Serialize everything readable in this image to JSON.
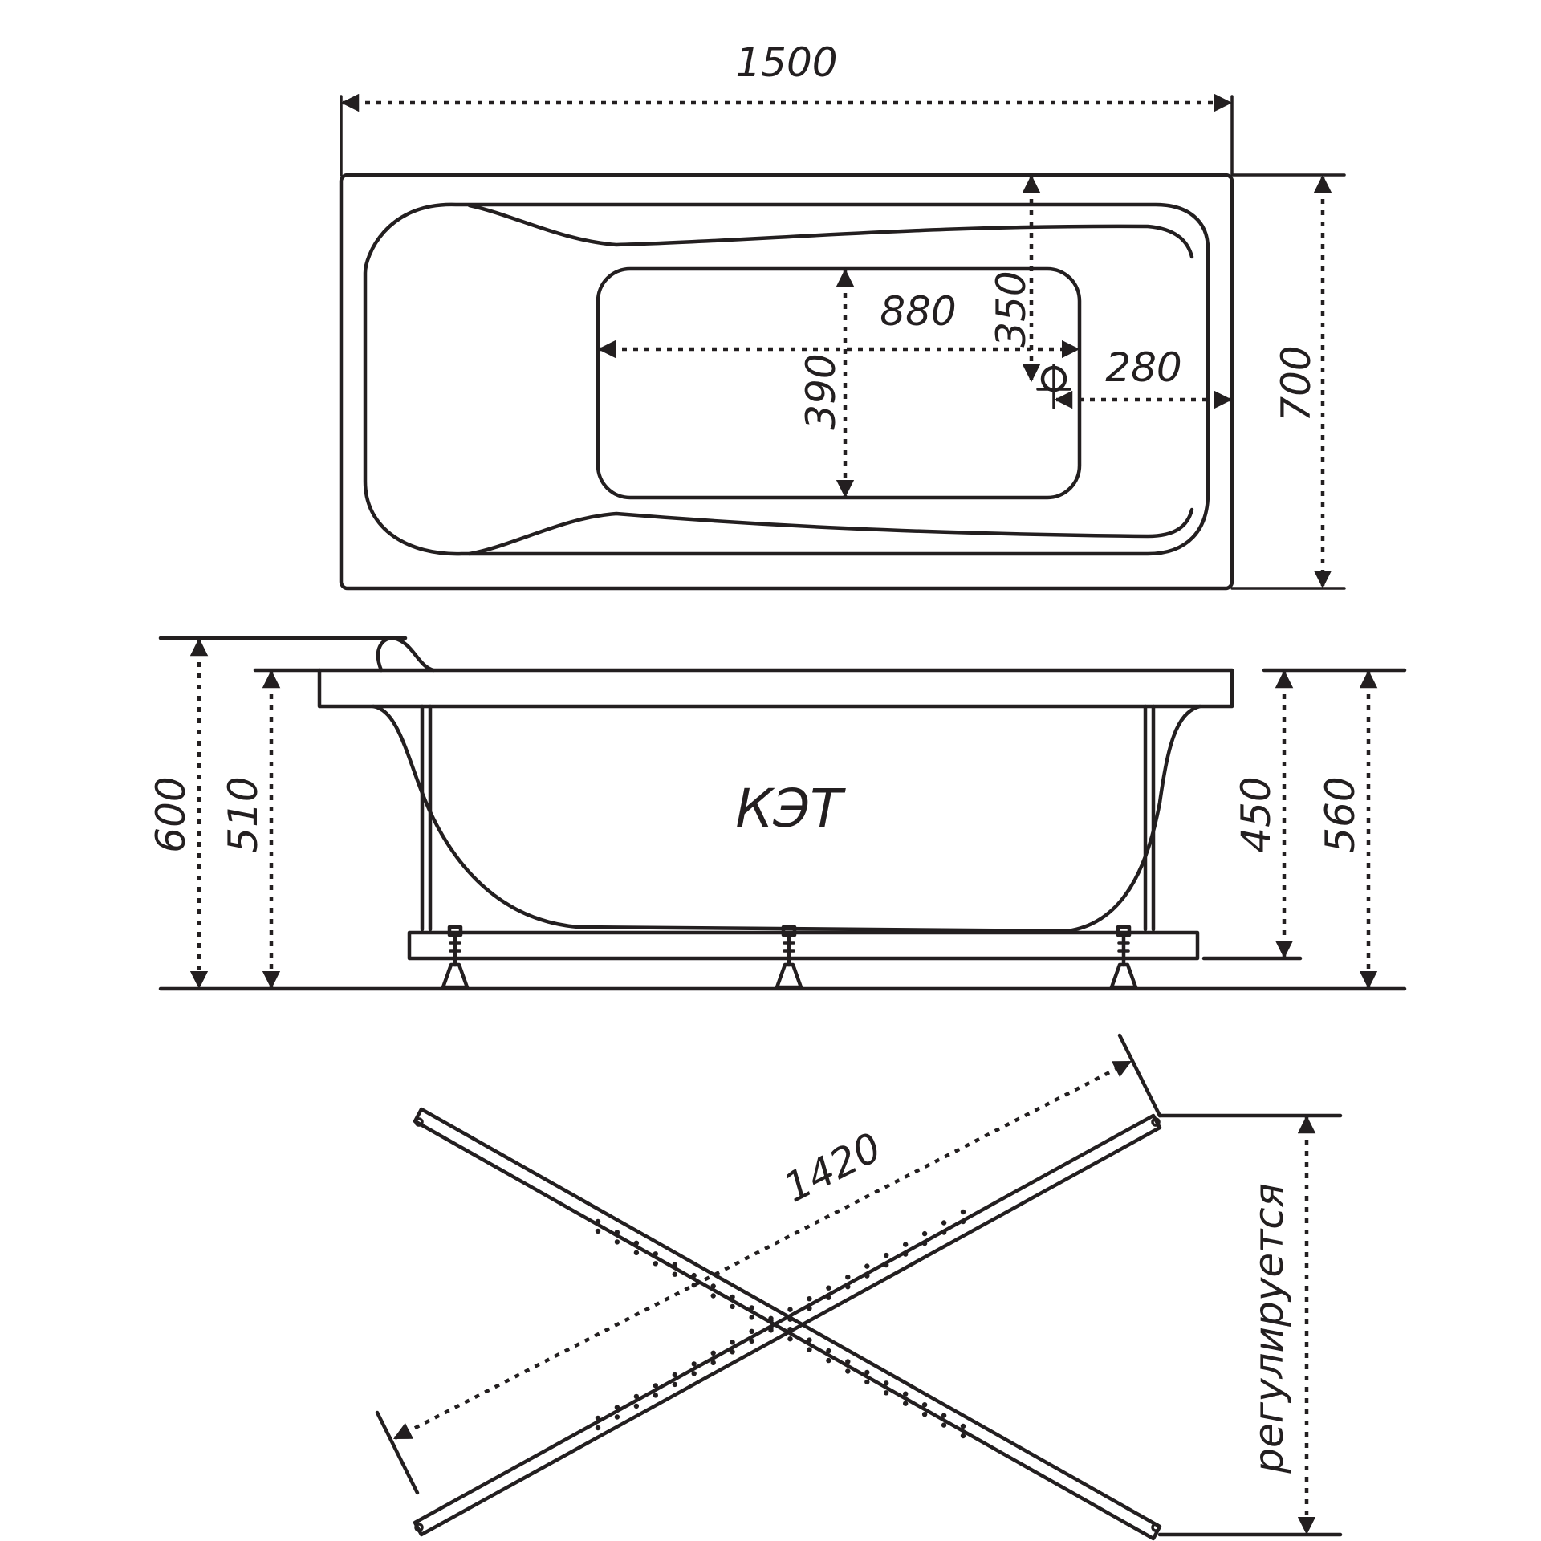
{
  "top_view": {
    "length": "1500",
    "width": "700",
    "bottom_length": "880",
    "bottom_width": "390",
    "drain_from_side": "350",
    "drain_from_end": "280"
  },
  "side_view": {
    "model": "КЭТ",
    "height_total": "600",
    "height_rim": "510",
    "height_frame": "450",
    "height_adjustable": "560"
  },
  "frame_view": {
    "leg_length": "1420",
    "adjustable_note": "регулируется"
  },
  "colors": {
    "line": "#231f20",
    "background": "#ffffff"
  }
}
